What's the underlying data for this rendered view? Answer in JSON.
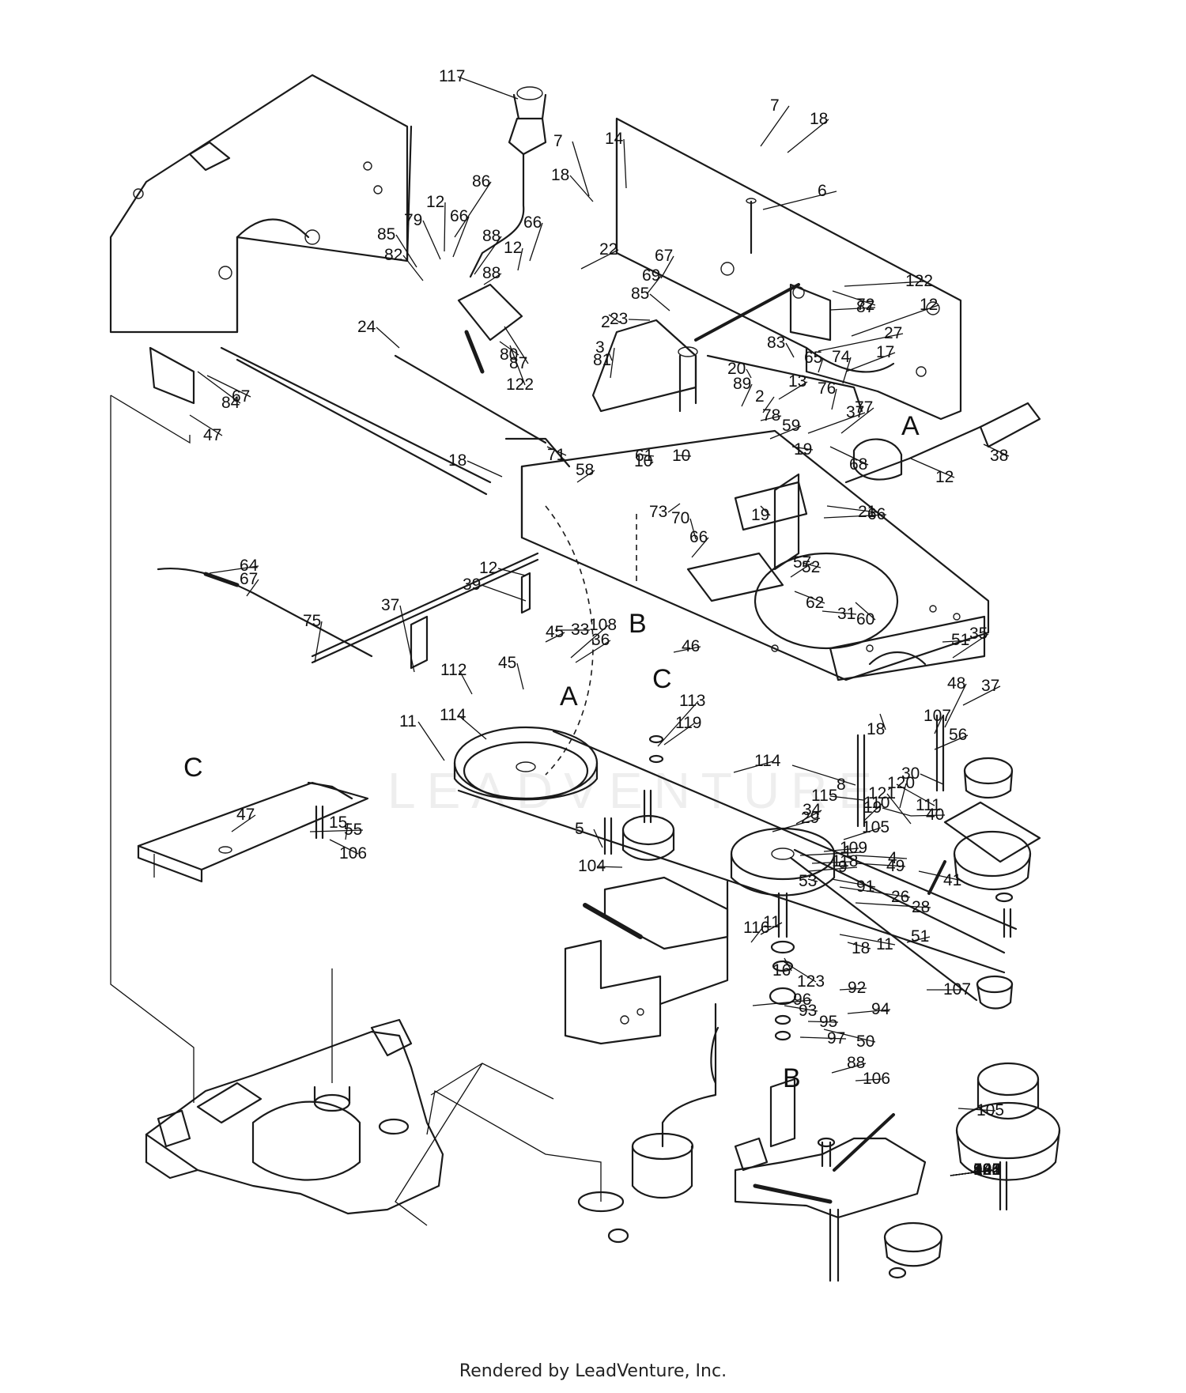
{
  "footer": "Rendered by LeadVenture, Inc.",
  "watermark": "LEADVENTURE",
  "reference_letters": [
    "A",
    "A",
    "B",
    "B",
    "C",
    "C"
  ],
  "callouts": [
    "117",
    "7",
    "18",
    "14",
    "7",
    "18",
    "86",
    "12",
    "66",
    "6",
    "79",
    "85",
    "88",
    "66",
    "12",
    "82",
    "88",
    "22",
    "67",
    "69",
    "72",
    "122",
    "87",
    "85",
    "23",
    "12",
    "2",
    "24",
    "27",
    "80",
    "87",
    "122",
    "83",
    "81",
    "17",
    "3",
    "20",
    "65",
    "74",
    "13",
    "89",
    "76",
    "67",
    "2",
    "37",
    "78",
    "77",
    "84",
    "47",
    "59",
    "38",
    "12",
    "71",
    "61",
    "19",
    "18",
    "58",
    "10",
    "10",
    "21",
    "73",
    "19",
    "66",
    "68",
    "70",
    "66",
    "52",
    "12",
    "57",
    "39",
    "62",
    "64",
    "31",
    "67",
    "60",
    "33",
    "45",
    "35",
    "37",
    "108",
    "75",
    "51",
    "46",
    "36",
    "45",
    "112",
    "37",
    "48",
    "114",
    "113",
    "18",
    "56",
    "107",
    "11",
    "30",
    "119",
    "114",
    "111",
    "120",
    "8",
    "47",
    "115",
    "110",
    "19",
    "34",
    "15",
    "29",
    "121",
    "55",
    "106",
    "118",
    "53",
    "40",
    "1",
    "5",
    "105",
    "104",
    "9",
    "49",
    "4",
    "109",
    "26",
    "28",
    "91",
    "11",
    "51",
    "116",
    "11",
    "18",
    "41",
    "16",
    "107",
    "123",
    "92",
    "93",
    "94",
    "95",
    "50",
    "88",
    "96",
    "97",
    "106",
    "105",
    "104",
    "82",
    "43",
    "90",
    "98",
    "42",
    "99",
    "103",
    "44",
    "101",
    "54",
    "100",
    "125",
    "102",
    "82"
  ]
}
